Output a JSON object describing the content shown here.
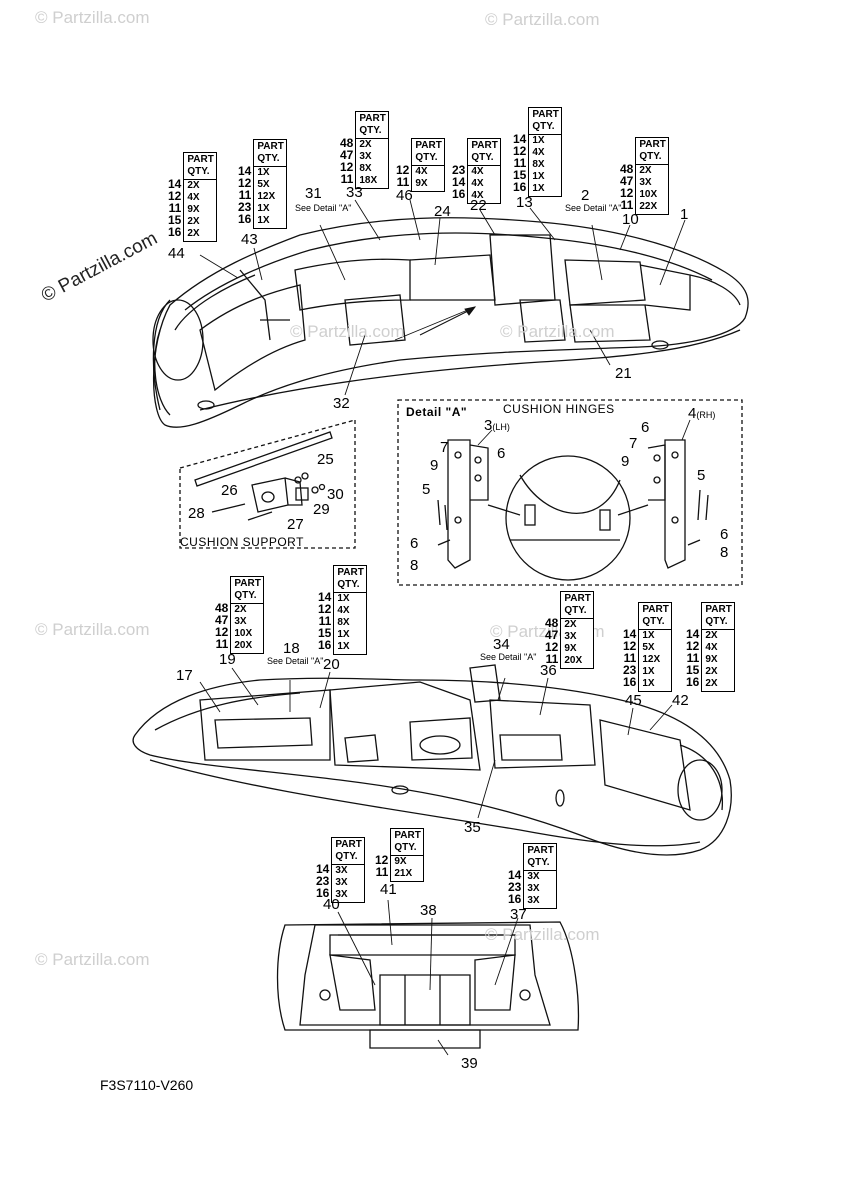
{
  "watermarks": {
    "top_left": "© Partzilla.com",
    "top_right": "© Partzilla.com",
    "left": "© Partzilla.com",
    "mid1": "© Partzilla.com",
    "mid2": "© Partzilla.com",
    "lower_left": "© Partzilla.com",
    "lower_right": "© Partzilla.com",
    "bottom_left": "© Partzilla.com",
    "bottom_right": "© Partzilla.com"
  },
  "qty_header": "PART QTY.",
  "qty_tables": [
    {
      "id": "t1",
      "parts": [
        "14",
        "12",
        "11",
        "15",
        "16"
      ],
      "qty": [
        "2X",
        "4X",
        "9X",
        "2X",
        "2X"
      ]
    },
    {
      "id": "t2",
      "parts": [
        "14",
        "12",
        "23",
        "16"
      ],
      "qty": [
        "1X",
        "5X",
        "12X",
        "1X",
        "1X"
      ],
      "parts_full": [
        "14",
        "12",
        "11",
        "23",
        "16"
      ]
    },
    {
      "id": "t3",
      "parts": [
        "48",
        "47",
        "12",
        "11"
      ],
      "qty": [
        "2X",
        "3X",
        "8X",
        "18X"
      ]
    },
    {
      "id": "t4",
      "parts": [
        "12",
        "11"
      ],
      "qty": [
        "4X",
        "9X"
      ]
    },
    {
      "id": "t5",
      "parts": [
        "23",
        "14",
        "16"
      ],
      "qty": [
        "4X",
        "4X",
        "4X"
      ]
    },
    {
      "id": "t6",
      "parts": [
        "14",
        "12",
        "11",
        "15",
        "16"
      ],
      "qty": [
        "1X",
        "4X",
        "8X",
        "1X",
        "1X"
      ]
    },
    {
      "id": "t7",
      "parts": [
        "48",
        "47",
        "12",
        "11"
      ],
      "qty": [
        "2X",
        "3X",
        "10X",
        "22X"
      ]
    },
    {
      "id": "t8",
      "parts": [
        "48",
        "47",
        "12",
        "11"
      ],
      "qty": [
        "2X",
        "3X",
        "10X",
        "20X"
      ]
    },
    {
      "id": "t9",
      "parts": [
        "14",
        "12",
        "11",
        "15",
        "16"
      ],
      "qty": [
        "1X",
        "4X",
        "8X",
        "1X",
        "1X"
      ]
    },
    {
      "id": "t10",
      "parts": [
        "48",
        "47",
        "12",
        "11"
      ],
      "qty": [
        "2X",
        "3X",
        "9X",
        "20X"
      ]
    },
    {
      "id": "t11",
      "parts": [
        "14",
        "12",
        "11",
        "23",
        "16"
      ],
      "qty": [
        "1X",
        "5X",
        "12X",
        "1X",
        "1X"
      ]
    },
    {
      "id": "t12",
      "parts": [
        "14",
        "12",
        "11",
        "15",
        "16"
      ],
      "qty": [
        "2X",
        "4X",
        "9X",
        "2X",
        "2X"
      ]
    },
    {
      "id": "t13",
      "parts": [
        "14",
        "23",
        "16"
      ],
      "qty": [
        "3X",
        "3X",
        "3X"
      ]
    },
    {
      "id": "t14",
      "parts": [
        "12",
        "11"
      ],
      "qty": [
        "9X",
        "21X"
      ]
    },
    {
      "id": "t15",
      "parts": [
        "14",
        "23",
        "16"
      ],
      "qty": [
        "3X",
        "3X",
        "3X"
      ]
    }
  ],
  "see_detail": "See Detail \"A\"",
  "callouts": {
    "c1": "1",
    "c2": "2",
    "c10": "10",
    "c13": "13",
    "c22": "22",
    "c24": "24",
    "c46": "46",
    "c33": "33",
    "c31": "31",
    "c43": "43",
    "c44": "44",
    "c32": "32",
    "c21": "21",
    "c25": "25",
    "c26": "26",
    "c28": "28",
    "c27": "27",
    "c29": "29",
    "c30": "30",
    "c3": "3",
    "c3s": "(LH)",
    "c4": "4",
    "c4s": "(RH)",
    "d7a": "7",
    "d9a": "9",
    "d6a": "6",
    "d5a": "5",
    "d6b": "6",
    "d8a": "8",
    "d6c": "6",
    "d7b": "7",
    "d9b": "9",
    "d5b": "5",
    "d6d": "6",
    "d8b": "8",
    "c18": "18",
    "c19": "19",
    "c20": "20",
    "c17": "17",
    "c34": "34",
    "c36": "36",
    "c45": "45",
    "c42": "42",
    "c35": "35",
    "c40": "40",
    "c41": "41",
    "c38": "38",
    "c37": "37",
    "c39": "39"
  },
  "cushion_support_label": "CUSHION SUPPORT",
  "detail_label": "Detail \"A\"",
  "cushion_hinges_label": "CUSHION HINGES",
  "diagram_code": "F3S7110-V260"
}
